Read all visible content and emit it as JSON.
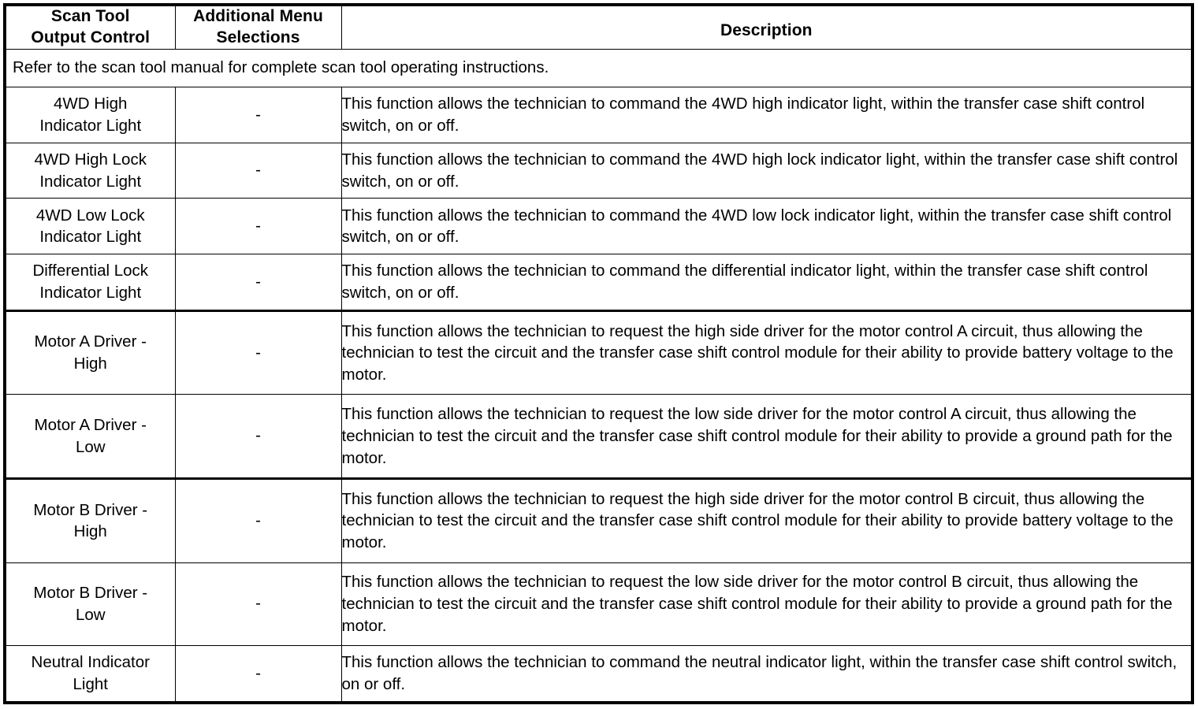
{
  "table": {
    "headers": {
      "control": "Scan Tool\nOutput Control",
      "control_line1": "Scan Tool",
      "control_line2": "Output Control",
      "menu_line1": "Additional Menu",
      "menu_line2": "Selections",
      "description": "Description"
    },
    "note": "Refer to the scan tool manual for complete scan tool operating instructions.",
    "rows": [
      {
        "control": "4WD High\nIndicator Light",
        "menu": "-",
        "description": "This function allows the technician to command the 4WD high indicator light, within the transfer case shift control switch, on or off."
      },
      {
        "control": "4WD High Lock\nIndicator Light",
        "menu": "-",
        "description": "This function allows the technician to command the 4WD high lock indicator light, within the transfer case shift control switch, on or off."
      },
      {
        "control": "4WD Low Lock\nIndicator Light",
        "menu": "-",
        "description": "This function allows the technician to command the 4WD low lock indicator light, within the transfer case shift control switch, on or off."
      },
      {
        "control": "Differential Lock\nIndicator Light",
        "menu": "-",
        "description": "This function allows the technician to command the differential indicator light, within the transfer case shift control switch, on or off."
      },
      {
        "control": "Motor A Driver -\nHigh",
        "menu": "-",
        "description": "This function allows the technician to request the high side driver for the motor control A circuit, thus allowing the technician to test the circuit and the transfer case shift control module for their ability to provide battery voltage to the motor."
      },
      {
        "control": "Motor A Driver -\nLow",
        "menu": "-",
        "description": "This function allows the technician to request the low side driver for the motor control A circuit, thus allowing the technician to test the circuit and the transfer case shift control module for their ability to provide a ground path for the motor."
      },
      {
        "control": "Motor B Driver -\nHigh",
        "menu": "-",
        "description": "This function allows the technician to request the high side driver for the motor control B circuit, thus allowing the technician to test the circuit and the transfer case shift control module for their ability to provide battery voltage to the motor."
      },
      {
        "control": "Motor B Driver -\nLow",
        "menu": "-",
        "description": "This function allows the technician to request the low side driver for the motor control B circuit, thus allowing the technician to test the circuit and the transfer case shift control module for their ability to provide a ground path for the motor."
      },
      {
        "control": "Neutral Indicator\nLight",
        "menu": "-",
        "description": "This function allows the technician to command the neutral indicator light, within the transfer case shift control switch, on or off."
      }
    ]
  },
  "colors": {
    "border": "#000000",
    "text": "#000000",
    "background": "#ffffff"
  }
}
